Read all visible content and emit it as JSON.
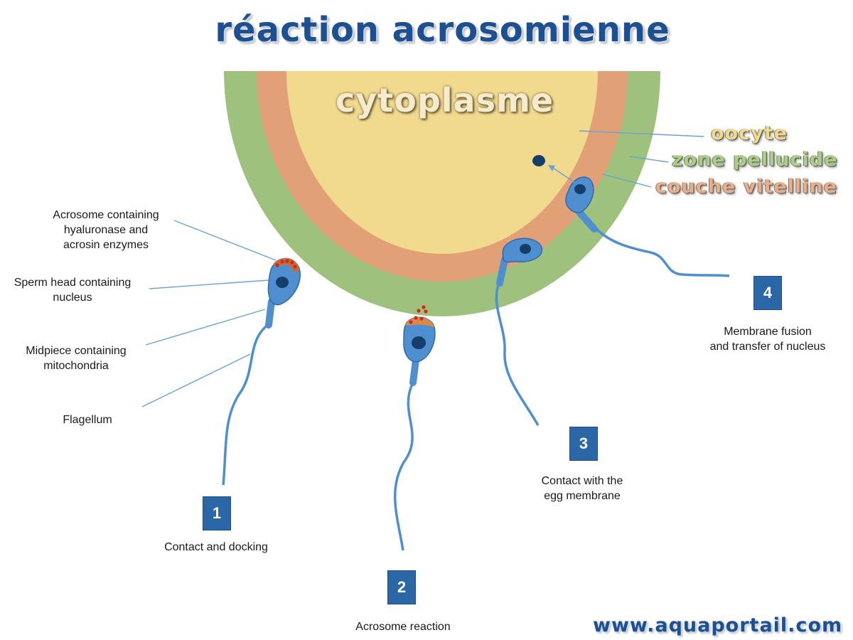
{
  "title": "réaction acrosomienne",
  "cytoplasm_label": "cytoplasme",
  "layers": {
    "oocyte": "oocyte",
    "zone_pellucide": "zone pellucide",
    "couche_vitelline": "couche vitelline"
  },
  "parts": {
    "acrosome": "Acrosome containing\nhyaluronase and\nacrosin enzymes",
    "head": "Sperm head containing\nnucleus",
    "midpiece": "Midpiece containing\nmitochondria",
    "flagellum": "Flagellum"
  },
  "steps": [
    {
      "number": "1",
      "caption": "Contact and docking"
    },
    {
      "number": "2",
      "caption": "Acrosome reaction"
    },
    {
      "number": "3",
      "caption": "Contact with the\negg membrane"
    },
    {
      "number": "4",
      "caption": "Membrane fusion\nand transfer of nucleus"
    }
  ],
  "website": "www.aquaportail.com",
  "colors": {
    "zone_pellucide": "#9ec27d",
    "couche_vitelline": "#e2a077",
    "cytoplasm": "#f1d98e",
    "sperm": "#4f8fd0",
    "sperm_dark": "#2f6aa8",
    "nucleus": "#153e6b",
    "acrosome_cap": "#d98a48",
    "enzyme": "#d8261c",
    "step_box": "#2b66a6",
    "title": "#1e4f91"
  }
}
